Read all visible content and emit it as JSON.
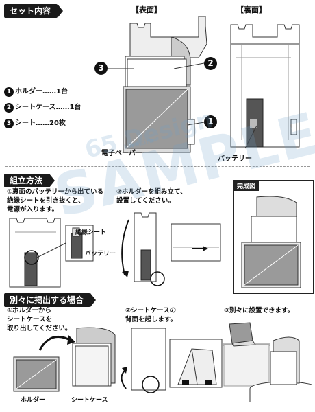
{
  "sections": {
    "set": "セット内容",
    "assembly": "組立方法",
    "separate": "別々に掲出する場合"
  },
  "views": {
    "front": "【表面】",
    "back": "【裏面】"
  },
  "parts": [
    {
      "num": "1",
      "text": "ホルダー……1台"
    },
    {
      "num": "2",
      "text": "シートケース……1台"
    },
    {
      "num": "3",
      "text": "シート……20枚"
    }
  ],
  "callouts": {
    "n1": "1",
    "n2": "2",
    "n3": "3"
  },
  "labels": {
    "epaper": "電子ペーパー",
    "battery": "バッテリー",
    "battery2": "バッテリー",
    "insulation": "絶縁シート",
    "complete": "完成図",
    "holder": "ホルダー",
    "sheetcase": "シートケース"
  },
  "assembly_steps": [
    {
      "num": "①",
      "text": "裏面のバッテリーから出ている\n絶縁シートを引き抜くと、\n電源が入ります。"
    },
    {
      "num": "②",
      "text": "ホルダーを組み立て、\n設置してください。"
    }
  ],
  "separate_steps": [
    {
      "num": "①",
      "text": "ホルダーから\nシートケースを\n取り出してください。"
    },
    {
      "num": "②",
      "text": "シートケースの\n背面を起します。"
    },
    {
      "num": "③",
      "text": "別々に設置できます。"
    }
  ],
  "watermark": {
    "main": "SAMPLE",
    "sub": "65 Design",
    "sub2": "Kirakira"
  },
  "colors": {
    "screen": "#9a9a9a",
    "dark": "#1a1a1a",
    "line": "#333333"
  }
}
